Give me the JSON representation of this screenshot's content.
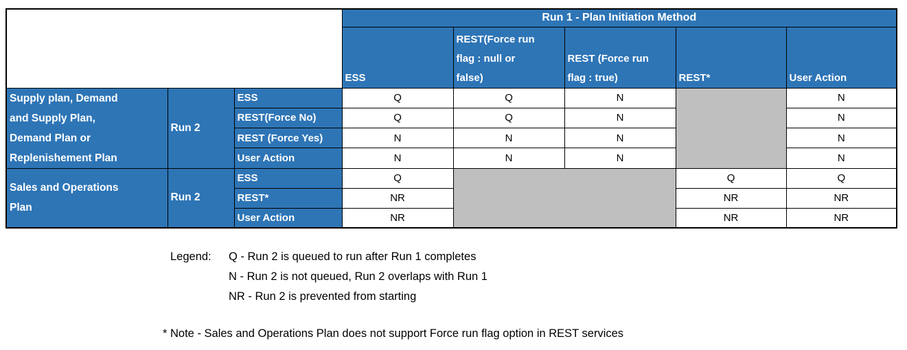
{
  "colors": {
    "header_blue": "#2E75B6",
    "header_text": "#FFFFFF",
    "disabled_gray": "#BFBFBF",
    "grid_border": "#000000",
    "value_text": "#000000",
    "page_background": "#FFFFFF"
  },
  "table": {
    "top_header": "Run 1 - Plan Initiation Method",
    "columns": [
      "ESS",
      "REST(Force run\nflag : null or\nfalse)",
      "REST (Force run\nflag : true)",
      "REST*",
      "User Action"
    ],
    "groups": [
      {
        "plan": "Supply plan, Demand\nand Supply Plan,\nDemand Plan or\nReplenishement Plan",
        "run": "Run 2",
        "disabled_columns": [
          3
        ],
        "rows": [
          {
            "label": "ESS",
            "values": [
              "Q",
              "Q",
              "N",
              null,
              "N"
            ]
          },
          {
            "label": "REST(Force No)",
            "values": [
              "Q",
              "Q",
              "N",
              null,
              "N"
            ]
          },
          {
            "label": "REST (Force Yes)",
            "values": [
              "N",
              "N",
              "N",
              null,
              "N"
            ]
          },
          {
            "label": "User Action",
            "values": [
              "N",
              "N",
              "N",
              null,
              "N"
            ]
          }
        ]
      },
      {
        "plan": "Sales and Operations\nPlan",
        "run": "Run 2",
        "disabled_columns": [
          1,
          2
        ],
        "rows": [
          {
            "label": "ESS",
            "values": [
              "Q",
              null,
              null,
              "Q",
              "Q"
            ]
          },
          {
            "label": "REST*",
            "values": [
              "NR",
              null,
              null,
              "NR",
              "NR"
            ]
          },
          {
            "label": "User Action",
            "values": [
              "NR",
              null,
              null,
              "NR",
              "NR"
            ]
          }
        ]
      }
    ]
  },
  "legend": {
    "label": "Legend:",
    "items": [
      "Q - Run 2 is queued to run after Run 1 completes",
      "N - Run 2 is not queued, Run 2 overlaps with Run 1",
      "NR - Run 2 is prevented from starting"
    ]
  },
  "note": "* Note - Sales and Operations Plan does not support Force run flag option in REST services"
}
